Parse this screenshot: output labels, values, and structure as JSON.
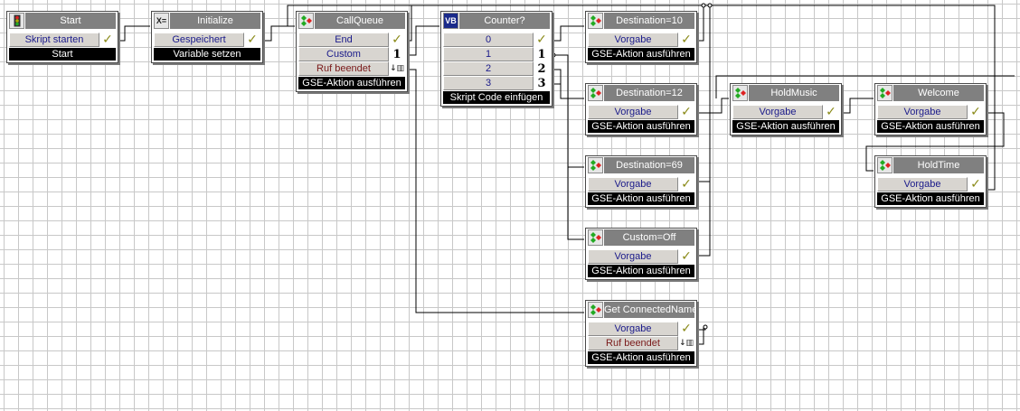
{
  "nodes": [
    {
      "id": "start",
      "title": "Start",
      "icon": "traffic-light-icon",
      "rows": [
        {
          "label": "Skript starten",
          "mark": "check"
        }
      ],
      "footer": "Start"
    },
    {
      "id": "initialize",
      "title": "Initialize",
      "icon": "variable-icon",
      "icon_text": "X=",
      "rows": [
        {
          "label": "Gespeichert",
          "mark": "check"
        }
      ],
      "footer": "Variable setzen"
    },
    {
      "id": "callqueue",
      "title": "CallQueue",
      "icon": "routing-icon",
      "rows": [
        {
          "label": "End",
          "mark": "check"
        },
        {
          "label": "Custom",
          "mark": "1"
        },
        {
          "label": "Ruf beendet",
          "mark": "hangup",
          "red": true
        }
      ],
      "footer": "GSE-Aktion ausführen"
    },
    {
      "id": "counter",
      "title": "Counter?",
      "icon": "vb-script-icon",
      "icon_text": "VB",
      "rows": [
        {
          "label": "0",
          "mark": "check"
        },
        {
          "label": "1",
          "mark": "1"
        },
        {
          "label": "2",
          "mark": "2"
        },
        {
          "label": "3",
          "mark": "3"
        }
      ],
      "footer": "Skript Code einfügen"
    },
    {
      "id": "dest10",
      "title": "Destination=10",
      "icon": "routing-icon",
      "rows": [
        {
          "label": "Vorgabe",
          "mark": "check"
        }
      ],
      "footer": "GSE-Aktion ausführen"
    },
    {
      "id": "dest12",
      "title": "Destination=12",
      "icon": "routing-icon",
      "rows": [
        {
          "label": "Vorgabe",
          "mark": "check"
        }
      ],
      "footer": "GSE-Aktion ausführen"
    },
    {
      "id": "dest69",
      "title": "Destination=69",
      "icon": "routing-icon",
      "rows": [
        {
          "label": "Vorgabe",
          "mark": "check"
        }
      ],
      "footer": "GSE-Aktion ausführen"
    },
    {
      "id": "customoff",
      "title": "Custom=Off",
      "icon": "routing-icon",
      "rows": [
        {
          "label": "Vorgabe",
          "mark": "check"
        }
      ],
      "footer": "GSE-Aktion ausführen"
    },
    {
      "id": "getconnected",
      "title": "Get ConnectedName",
      "icon": "routing-icon",
      "rows": [
        {
          "label": "Vorgabe",
          "mark": "check"
        },
        {
          "label": "Ruf beendet",
          "mark": "hangup",
          "red": true
        }
      ],
      "footer": "GSE-Aktion ausführen"
    },
    {
      "id": "holdmusic",
      "title": "HoldMusic",
      "icon": "routing-icon",
      "rows": [
        {
          "label": "Vorgabe",
          "mark": "check"
        }
      ],
      "footer": "GSE-Aktion ausführen"
    },
    {
      "id": "welcome",
      "title": "Welcome",
      "icon": "routing-icon",
      "rows": [
        {
          "label": "Vorgabe",
          "mark": "check"
        }
      ],
      "footer": "GSE-Aktion ausführen"
    },
    {
      "id": "holdtime",
      "title": "HoldTime",
      "icon": "routing-icon",
      "rows": [
        {
          "label": "Vorgabe",
          "mark": "check"
        }
      ],
      "footer": "GSE-Aktion ausführen"
    }
  ],
  "colors": {
    "grid": "#c8c8c8",
    "title_bar": "#808080",
    "footer": "#000000",
    "row": "#d8d5d0",
    "wire": "#000000",
    "check": "#8a8a18"
  }
}
